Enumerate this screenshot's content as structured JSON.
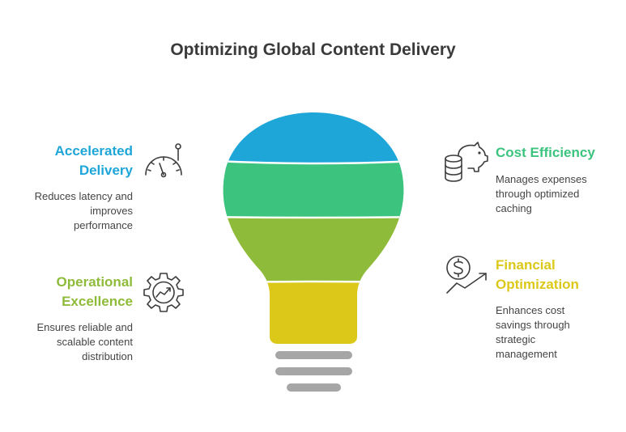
{
  "title": "Optimizing Global Content Delivery",
  "colors": {
    "blue": "#1fa6d9",
    "teal_green": "#3cc47f",
    "olive_green": "#8fbb3a",
    "yellow": "#dcc818",
    "grey_base": "#a6a6a6",
    "icon_stroke": "#3d3d3d"
  },
  "items": [
    {
      "heading_line1": "Accelerated",
      "heading_line2": "Delivery",
      "desc_line1": "Reduces latency and",
      "desc_line2": "improves",
      "desc_line3": "performance",
      "color": "#1fa6d9",
      "icon": "speedometer-icon"
    },
    {
      "heading_line1": "Operational",
      "heading_line2": "Excellence",
      "desc_line1": "Ensures reliable and",
      "desc_line2": "scalable content",
      "desc_line3": "distribution",
      "color": "#8fbb3a",
      "icon": "gear-chart-icon"
    },
    {
      "heading_line1": "Cost Efficiency",
      "desc_line1": "Manages expenses",
      "desc_line2": "through optimized",
      "desc_line3": "caching",
      "color": "#3cc47f",
      "icon": "piggy-bank-coins-icon"
    },
    {
      "heading_line1": "Financial",
      "heading_line2": "Optimization",
      "desc_line1": "Enhances cost",
      "desc_line2": "savings through",
      "desc_line3": "strategic",
      "desc_line4": "management",
      "color": "#dcc818",
      "icon": "dollar-growth-icon"
    }
  ]
}
